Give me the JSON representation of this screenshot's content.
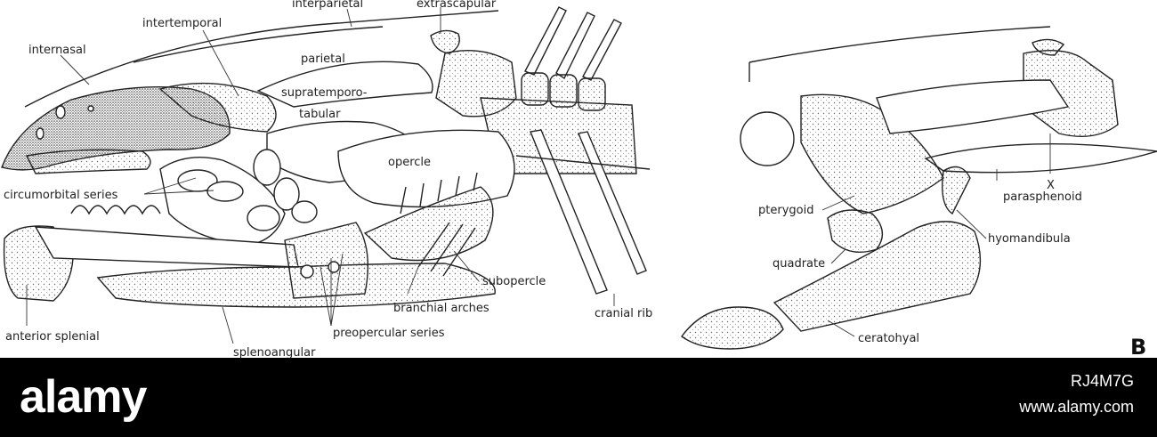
{
  "labels_a": {
    "interparietal": "interparietal",
    "extrascapular": "extrascapular",
    "intertemporal": "intertemporal",
    "internasal": "internasal",
    "parietal": "parietal",
    "supratemporo": "supratemporo-",
    "tabular": "tabular",
    "opercle": "opercle",
    "circumorbital_series": "circumorbital series",
    "subopercle": "subopercle",
    "branchial_arches": "branchial arches",
    "cranial_rib": "cranial rib",
    "anterior_splenial": "anterior splenial",
    "preopercular_series": "preopercular series",
    "splenoangular": "splenoangular"
  },
  "labels_b": {
    "x_mark": "X",
    "parasphenoid": "parasphenoid",
    "pterygoid": "pterygoid",
    "hyomandibula": "hyomandibula",
    "quadrate": "quadrate",
    "ceratohyal": "ceratohyal",
    "panel_letter": "B"
  },
  "watermark": {
    "logo": "alamy",
    "image_id": "RJ4M7G",
    "url": "www.alamy.com",
    "overlay_letter": "a"
  }
}
